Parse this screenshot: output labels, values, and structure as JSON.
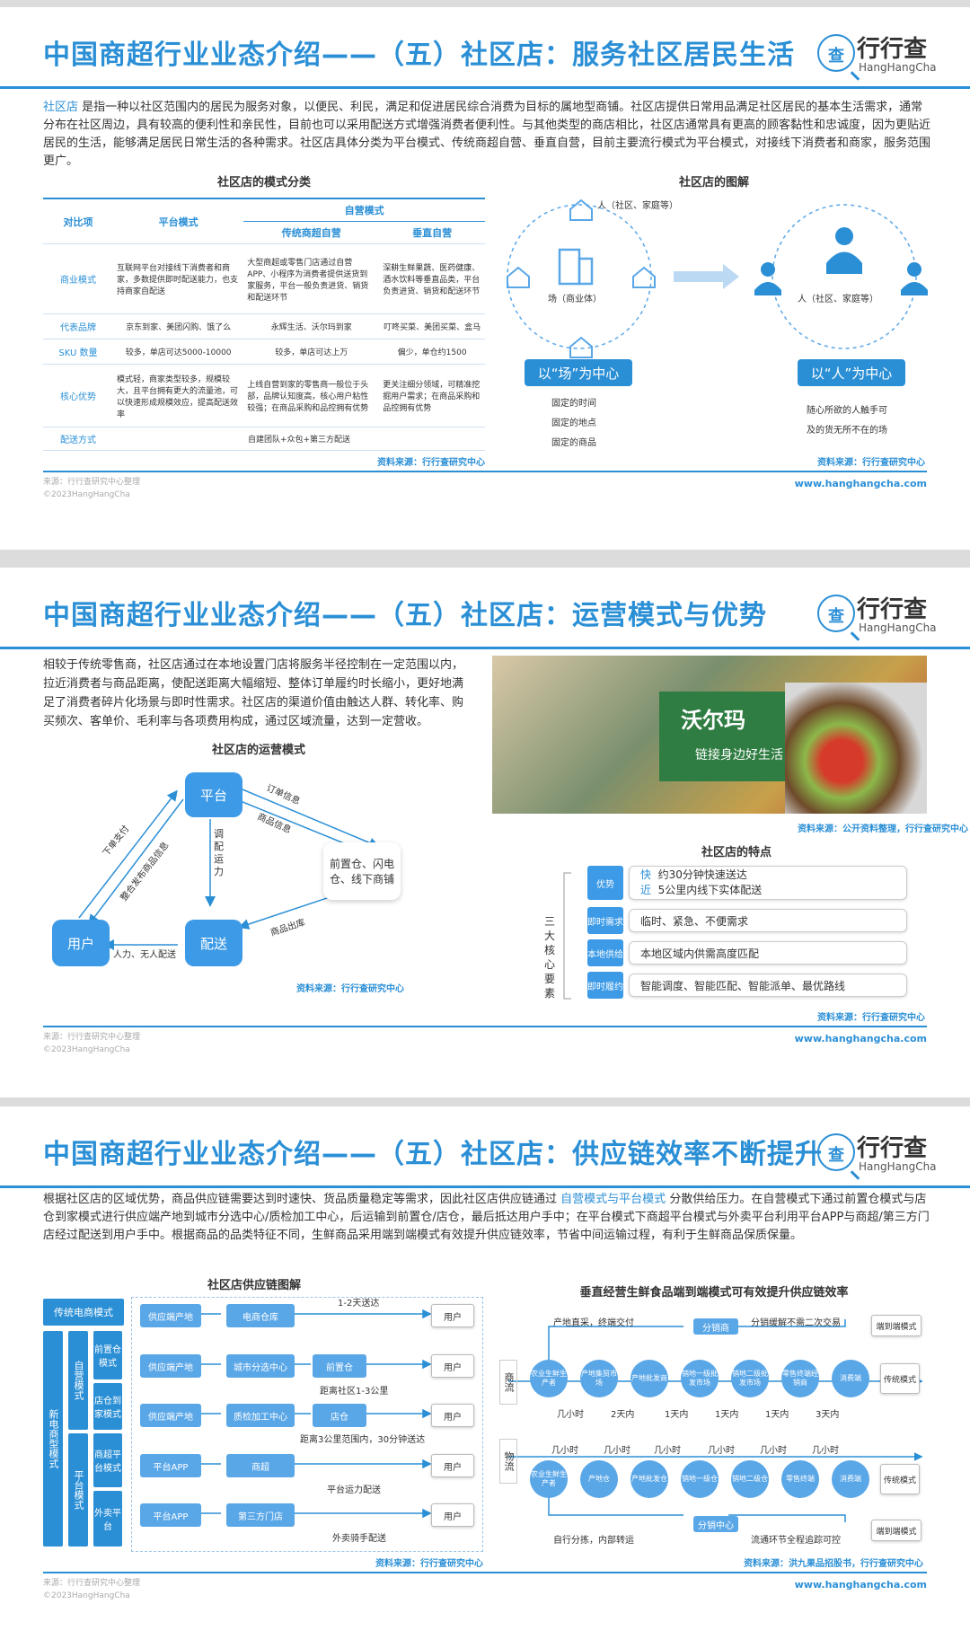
{
  "logo": {
    "mark": "查",
    "cn": "行行查",
    "en": "HangHangCha"
  },
  "footer": {
    "src1": "来源：行行查研究中心整理",
    "copy": "©2023HangHangCha",
    "url": "www.hanghangcha.com"
  },
  "slide1": {
    "title": "中国商超行业业态介绍——（五）社区店：服务社区居民生活",
    "intro_hl": "社区店",
    "intro_rest": "是指一种以社区范围内的居民为服务对象，以便民、利民，满足和促进居民综合消费为目标的属地型商铺。社区店提供日常用品满足社区居民的基本生活需求，通常分布在社区周边，具有较高的便利性和亲民性，目前也可以采用配送方式增强消费者便利性。与其他类型的商店相比，社区店通常具有更高的顾客黏性和忠诚度，因为更贴近居民的生活，能够满足居民日常生活的各种需求。社区店具体分类为平台模式、传统商超自营、垂直自营，目前主要流行模式为平台模式，对接线下消费者和商家，服务范围更广。",
    "table_title": "社区店的模式分类",
    "table": {
      "h_compare": "对比项",
      "h_platform": "平台模式",
      "h_self": "自营模式",
      "h_trad": "传统商超自营",
      "h_vert": "垂直自营",
      "rows": [
        {
          "label": "商业模式",
          "p": "互联网平台对接线下消费者和商家，多数提供即时配送能力，也支持商家自配送",
          "t": "大型商超或零售门店通过自营APP、小程序为消费者提供送货到家服务，平台一般负责进货、销货和配送环节",
          "v": "深耕生鲜果蔬、医药健康、酒水饮料等垂直品类，平台负责进货、销货和配送环节"
        },
        {
          "label": "代表品牌",
          "p": "京东到家、美团闪购、饿了么",
          "t": "永辉生活、沃尔玛到家",
          "v": "叮咚买菜、美团买菜、盒马"
        },
        {
          "label": "SKU 数量",
          "p": "较多，单店可达5000-10000",
          "t": "较多，单店可达上万",
          "v": "偏少，单仓约1500"
        },
        {
          "label": "核心优势",
          "p": "模式轻，商家类型较多，规模较大，且平台拥有更大的流量池，可以快速形成规模效应，提高配送效率",
          "t": "上线自营到家的零售商一般位于头部，品牌认知度高，核心用户粘性较强；在商品采购和品控拥有优势",
          "v": "更关注细分领域，可精准挖掘用户需求；在商品采购和品控拥有优势"
        },
        {
          "label": "配送方式",
          "all": "自建团队+众包+第三方配送"
        }
      ]
    },
    "table_src": "资料来源：行行查研究中心",
    "diagram_title": "社区店的图解",
    "left_people": "人（社区、家庭等）",
    "left_center": "场（商业体）",
    "left_pill": "以“场”为中心",
    "left_notes": [
      "固定的时间",
      "固定的地点",
      "固定的商品"
    ],
    "right_people": "人（社区、家庭等）",
    "right_pill": "以“人”为中心",
    "right_notes": [
      "随心所欲的人触手可",
      "及的货无所不在的场"
    ],
    "diagram_src": "资料来源：行行查研究中心"
  },
  "slide2": {
    "title": "中国商超行业业态介绍——（五）社区店：运营模式与优势",
    "intro": "相较于传统零售商，社区店通过在本地设置门店将服务半径控制在一定范围以内，拉近消费者与商品距离，使配送距离大幅缩短、整体订单履约时长缩小，更好地满足了消费者碎片化场景与即时性需求。社区店的渠道价值由触达人群、转化率、购买频次、客单价、毛利率与各项费用构成，通过区域流量，达到一定营收。",
    "ops_title": "社区店的运营模式",
    "nodes": {
      "platform": "平台",
      "user": "用户",
      "delivery": "配送",
      "warehouse": "前置仓、闪电仓、线下商铺"
    },
    "edges": {
      "order": "订单信息",
      "goods": "商品信息",
      "pay": "下单支付",
      "publish": "整合发布商品信息",
      "dispatch": "调配运力",
      "outbound": "商品出库",
      "labor": "人力、无人配送"
    },
    "ops_src": "资料来源：行行查研究中心",
    "photo_src": "资料来源：公开资料整理，行行查研究中心",
    "photo_sign": "沃尔玛",
    "photo_banner": "链接身边好生活",
    "feat_title": "社区店的特点",
    "feat_side": "三大核心要素",
    "features": [
      {
        "tag": "优势",
        "line1a": "快",
        "line1b": "约30分钟快速送达",
        "line2a": "近",
        "line2b": "5公里内线下实体配送"
      },
      {
        "tag": "即时需求",
        "text": "临时、紧急、不便需求"
      },
      {
        "tag": "本地供给",
        "text": "本地区域内供需高度匹配"
      },
      {
        "tag": "即时履约",
        "text": "智能调度、智能匹配、智能派单、最优路线"
      }
    ],
    "feat_src": "资料来源：行行查研究中心"
  },
  "slide3": {
    "title": "中国商超行业业态介绍——（五）社区店：供应链效率不断提升",
    "intro_a": "根据社区店的区域优势，商品供应链需要达到时速快、货品质量稳定等需求，因此社区店供应链通过",
    "intro_hl": "自营模式与平台模式",
    "intro_b": "分散供给压力。在自营模式下通过前置仓模式与店仓到家模式进行供应端产地到城市分选中心/质检加工中心，后运输到前置仓/店仓，最后抵达用户手中；在平台模式下商超平台模式与外卖平台利用平台APP与商超/第三方门店经过配送到用户手中。根据商品的品类特征不同，生鲜商品采用端到端模式有效提升供应链效率，节省中间运输过程，有利于生鲜商品保质保量。",
    "sc_title": "社区店供应链图解",
    "sc_side": {
      "traditional": "传统电商模式",
      "new": "新电商型模式",
      "self": "自营模式",
      "platform": "平台模式",
      "front": "前置仓模式",
      "store": "店仓到家模式",
      "super": "商超平台模式",
      "takeout": "外卖平台"
    },
    "sc_rows": [
      {
        "a": "供应端产地",
        "b": "电商仓库",
        "c": "",
        "note": "1-2天送达",
        "user": "用户"
      },
      {
        "a": "供应端产地",
        "b": "城市分选中心",
        "c": "前置仓",
        "note": "距离社区1-3公里",
        "user": "用户"
      },
      {
        "a": "供应端产地",
        "b": "质检加工中心",
        "c": "店仓",
        "note": "距离3公里范围内，30分钟送达",
        "user": "用户"
      },
      {
        "a": "平台APP",
        "b": "商超",
        "c": "",
        "note": "平台运力配送",
        "user": "用户"
      },
      {
        "a": "平台APP",
        "b": "第三方门店",
        "c": "",
        "note": "外卖骑手配送",
        "user": "用户"
      }
    ],
    "sc_src": "资料来源：行行查研究中心",
    "fresh_title": "垂直经营生鲜食品端到端模式可有效提升供应链效率",
    "fresh": {
      "business_flow": "商流",
      "goods_flow": "物流",
      "top_note1": "产地直采，终端交付",
      "top_dist": "分销商",
      "top_note2": "分销缓解不需二次交易",
      "e2e_top": "端到端模式",
      "top_nodes": [
        "农业生鲜生产者",
        "产地集贸市场",
        "产地批发商",
        "销地一级批发市场",
        "销地二级批发市场",
        "零售终端经销商",
        "消费端"
      ],
      "traditional_top": "传统模式",
      "mid_times": [
        "几小时",
        "2天内",
        "1天内",
        "1天内",
        "1天内",
        "3天内"
      ],
      "low_times": [
        "几小时",
        "几小时",
        "几小时",
        "几小时",
        "几小时",
        "几小时"
      ],
      "bot_nodes": [
        "农业生鲜生产者",
        "产地仓",
        "产地批发仓",
        "销地一级仓",
        "销地二级仓",
        "零售终端",
        "消费端"
      ],
      "traditional_bot": "传统模式",
      "bot_note1": "自行分拣，内部转运",
      "bot_dist": "分销中心",
      "bot_note2": "流通环节全程追踪可控",
      "e2e_bot": "端到端模式"
    },
    "fresh_src": "资料来源：洪九果品招股书，行行查研究中心"
  }
}
